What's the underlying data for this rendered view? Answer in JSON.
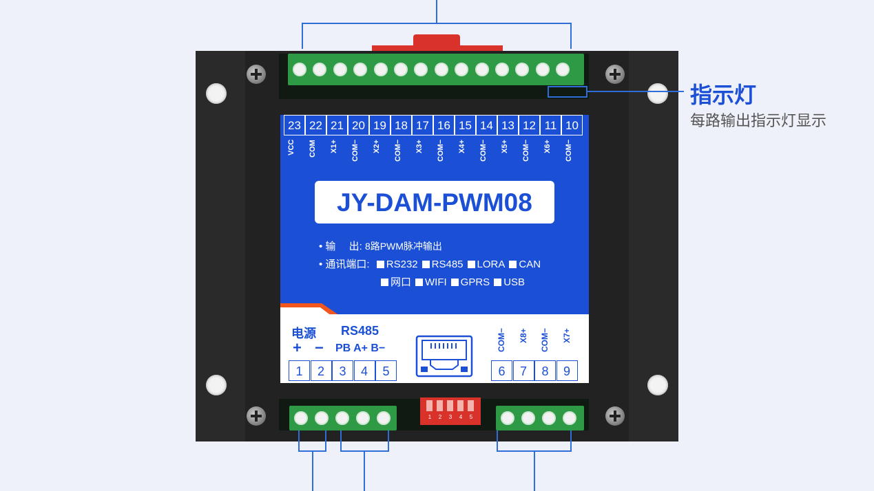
{
  "top_pins": [
    {
      "num": "23",
      "sig": "VCC"
    },
    {
      "num": "22",
      "sig": "COM"
    },
    {
      "num": "21",
      "sig": "X1+"
    },
    {
      "num": "20",
      "sig": "COM−"
    },
    {
      "num": "19",
      "sig": "X2+"
    },
    {
      "num": "18",
      "sig": "COM−"
    },
    {
      "num": "17",
      "sig": "X3+"
    },
    {
      "num": "16",
      "sig": "COM−"
    },
    {
      "num": "15",
      "sig": "X4+"
    },
    {
      "num": "14",
      "sig": "COM−"
    },
    {
      "num": "13",
      "sig": "X5+"
    },
    {
      "num": "12",
      "sig": "COM−"
    },
    {
      "num": "11",
      "sig": "X6+"
    },
    {
      "num": "10",
      "sig": "COM−"
    }
  ],
  "model": "JY-DAM-PWM08",
  "specs": {
    "output_label": "• 输　 出:",
    "output_value": "8路PWM脉冲输出",
    "comm_label": "• 通讯端口:",
    "comm_row1": [
      "RS232",
      "RS485",
      "LORA",
      "CAN"
    ],
    "comm_row2": [
      "网口",
      "WIFI",
      "GPRS",
      "USB"
    ]
  },
  "bottom_left": {
    "power_title": "电源",
    "rs485_title": "RS485",
    "power_plus": "+",
    "power_minus": "−",
    "rs485_pins": "PB A+ B−",
    "pins": [
      "1",
      "2",
      "3",
      "4",
      "5"
    ]
  },
  "bottom_right": {
    "pins": [
      {
        "num": "6",
        "sig": "COM−"
      },
      {
        "num": "7",
        "sig": "X8+"
      },
      {
        "num": "8",
        "sig": "COM−"
      },
      {
        "num": "9",
        "sig": "X7+"
      }
    ]
  },
  "dip_numbers": [
    "1",
    "2",
    "3",
    "4",
    "5"
  ],
  "callout": {
    "title": "指示灯",
    "subtitle": "每路输出指示灯显示"
  },
  "colors": {
    "label_blue": "#1a4fd6",
    "terminal_green": "#2f9a45",
    "orange": "#f0561d"
  }
}
